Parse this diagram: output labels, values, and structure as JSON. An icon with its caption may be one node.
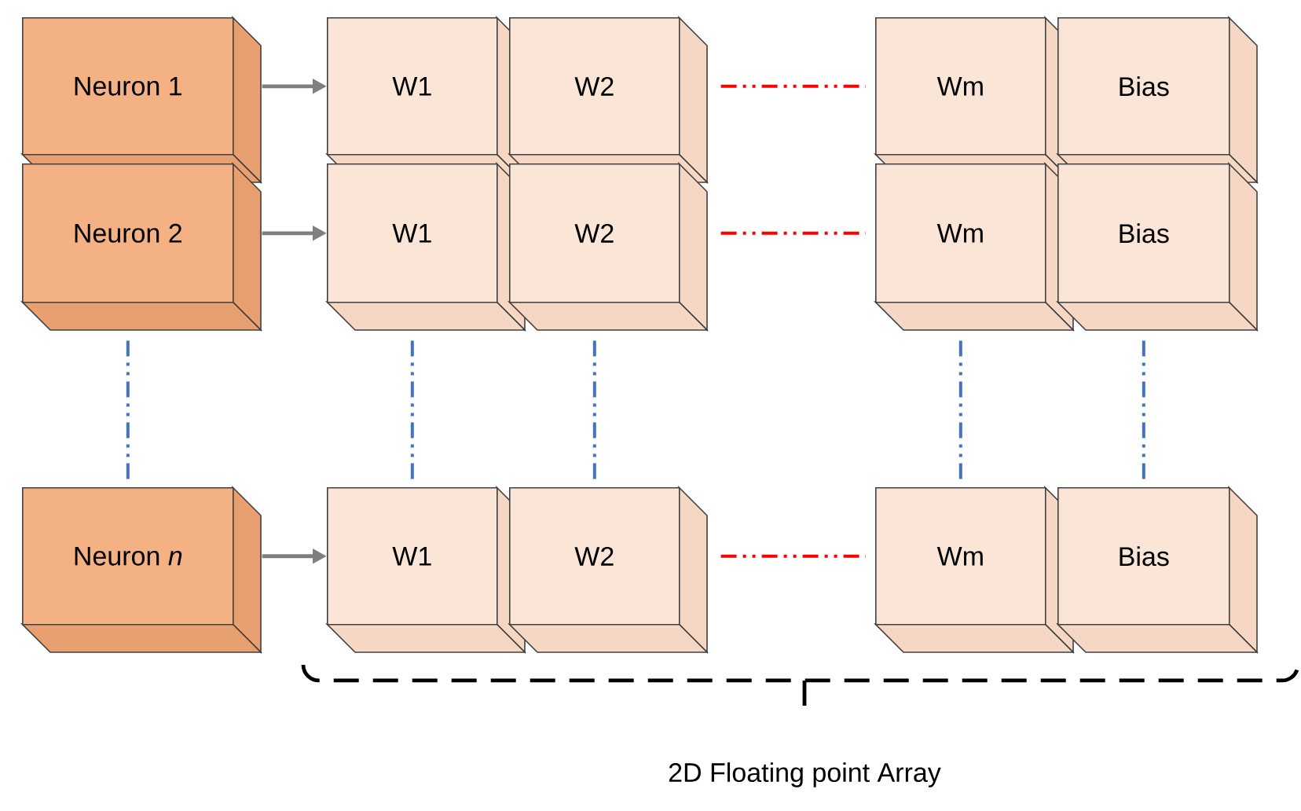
{
  "diagram": {
    "nodes": [
      {
        "text": [
          "Neuron 1"
        ]
      },
      {
        "text": [
          "W1"
        ]
      },
      {
        "text": [
          "W2"
        ]
      },
      {
        "text": [
          "Wm"
        ]
      },
      {
        "text": [
          "Bias"
        ]
      },
      {
        "text": [
          "Neuron 2"
        ]
      },
      {
        "text": [
          "W1"
        ]
      },
      {
        "text": [
          "W2"
        ]
      },
      {
        "text": [
          "Wm"
        ]
      },
      {
        "text": [
          "Bias"
        ]
      },
      {
        "text": [
          "Neuron *n*"
        ]
      },
      {
        "text": [
          "W1"
        ]
      },
      {
        "text": [
          "W2"
        ]
      },
      {
        "text": [
          "Wm"
        ]
      },
      {
        "text": [
          "Bias"
        ]
      }
    ],
    "edges": [
      {
        "from": 0,
        "to": 1,
        "arrow": "to"
      },
      {
        "from": 2,
        "to": 3,
        "arrow": "none",
        "style": "dashed",
        "color": "#ff0000"
      },
      {
        "from": 5,
        "to": 6,
        "arrow": "to"
      },
      {
        "from": 7,
        "to": 8,
        "arrow": "none",
        "style": "dashed",
        "color": "#ff0000"
      },
      {
        "from": 5,
        "to": 10,
        "arrow": "none",
        "style": "dashed",
        "color": "#4472c4"
      },
      {
        "from": 6,
        "to": 11,
        "arrow": "none",
        "style": "dashed",
        "color": "#4472c4"
      },
      {
        "from": 7,
        "to": 12,
        "arrow": "none",
        "style": "dashed",
        "color": "#4472c4"
      },
      {
        "from": 8,
        "to": 13,
        "arrow": "none",
        "style": "dashed",
        "color": "#4472c4"
      },
      {
        "from": 9,
        "to": 14,
        "arrow": "none",
        "style": "dashed",
        "color": "#4472c4"
      },
      {
        "from": 10,
        "to": 11,
        "arrow": "to"
      },
      {
        "from": 12,
        "to": 13,
        "arrow": "none",
        "style": "dashed",
        "color": "#ff0000"
      }
    ],
    "labels": [
      "2D Floating point Array"
    ]
  }
}
